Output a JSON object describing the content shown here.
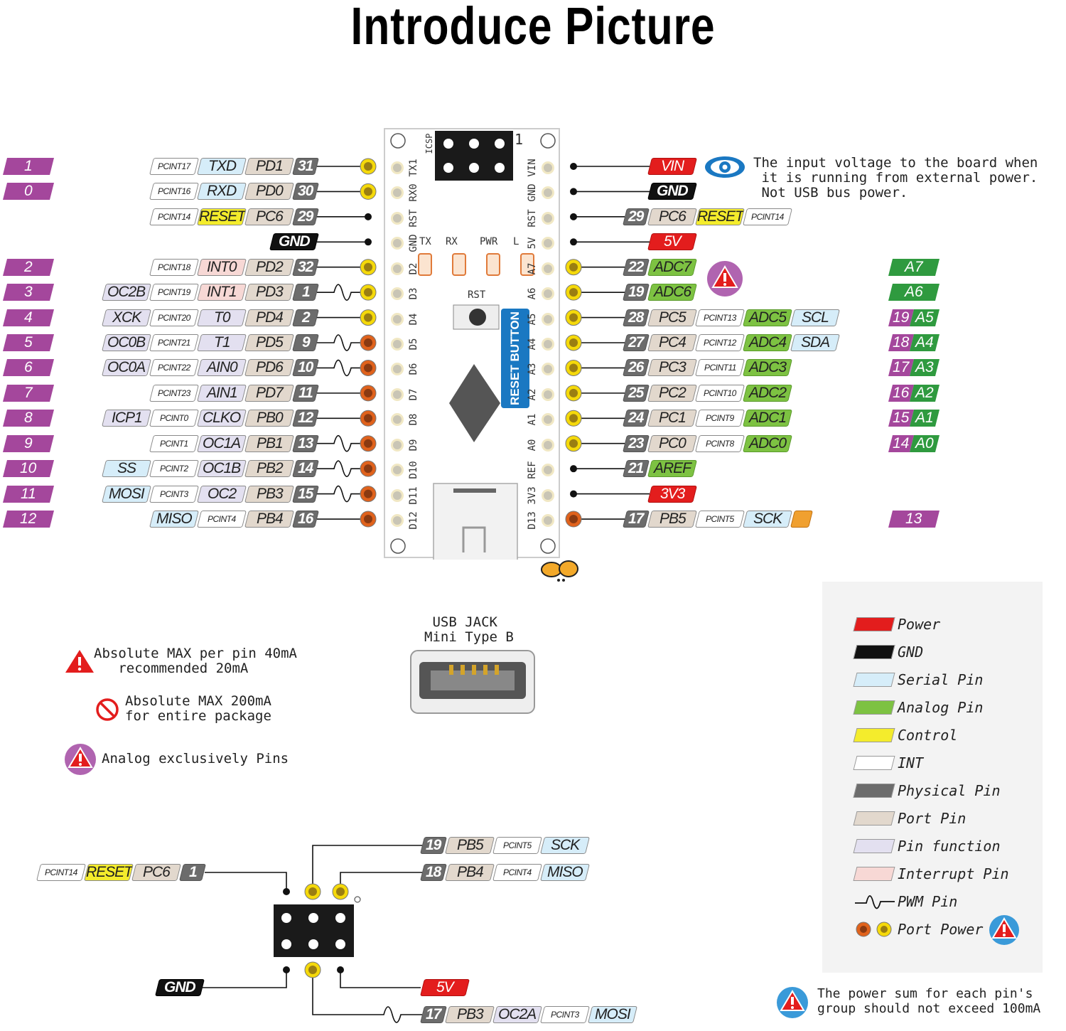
{
  "title": "Introduce Picture",
  "colors": {
    "power": "#e31d1d",
    "gnd": "#111111",
    "serial": "#d6edf9",
    "analog": "#7dc242",
    "control": "#f4ec2c",
    "int": "#ffffff",
    "physical": "#6c6c6c",
    "port": "#e2d8cd",
    "function": "#e3e0f0",
    "interrupt": "#f7d8d5",
    "arduino": "#a4479c"
  },
  "left_rows": [
    {
      "arduino": "1",
      "pad": "yellow",
      "pwm": false,
      "labels": [
        {
          "t": "31",
          "k": "phys"
        },
        {
          "t": "PD1",
          "k": "port"
        },
        {
          "t": "TXD",
          "k": "serial"
        },
        {
          "t": "PCINT17",
          "k": "pcint"
        }
      ]
    },
    {
      "arduino": "0",
      "pad": "yellow",
      "pwm": false,
      "labels": [
        {
          "t": "30",
          "k": "phys"
        },
        {
          "t": "PD0",
          "k": "port"
        },
        {
          "t": "RXD",
          "k": "serial"
        },
        {
          "t": "PCINT16",
          "k": "pcint"
        }
      ]
    },
    {
      "arduino": "",
      "pad": "dot",
      "pwm": false,
      "labels": [
        {
          "t": "29",
          "k": "phys"
        },
        {
          "t": "PC6",
          "k": "port"
        },
        {
          "t": "RESET",
          "k": "ctrl"
        },
        {
          "t": "PCINT14",
          "k": "pcint"
        }
      ]
    },
    {
      "arduino": "",
      "pad": "dot",
      "pwm": false,
      "labels": [
        {
          "t": "GND",
          "k": "gnd"
        }
      ]
    },
    {
      "arduino": "2",
      "pad": "yellow",
      "pwm": false,
      "labels": [
        {
          "t": "32",
          "k": "phys"
        },
        {
          "t": "PD2",
          "k": "port"
        },
        {
          "t": "INT0",
          "k": "int"
        },
        {
          "t": "PCINT18",
          "k": "pcint"
        }
      ]
    },
    {
      "arduino": "3",
      "pad": "yellow",
      "pwm": true,
      "labels": [
        {
          "t": "1",
          "k": "phys"
        },
        {
          "t": "PD3",
          "k": "port"
        },
        {
          "t": "INT1",
          "k": "int"
        },
        {
          "t": "PCINT19",
          "k": "pcint"
        },
        {
          "t": "OC2B",
          "k": "fn"
        }
      ]
    },
    {
      "arduino": "4",
      "pad": "yellow",
      "pwm": false,
      "labels": [
        {
          "t": "2",
          "k": "phys"
        },
        {
          "t": "PD4",
          "k": "port"
        },
        {
          "t": "T0",
          "k": "fn"
        },
        {
          "t": "PCINT20",
          "k": "pcint"
        },
        {
          "t": "XCK",
          "k": "fn"
        }
      ]
    },
    {
      "arduino": "5",
      "pad": "orange",
      "pwm": true,
      "labels": [
        {
          "t": "9",
          "k": "phys"
        },
        {
          "t": "PD5",
          "k": "port"
        },
        {
          "t": "T1",
          "k": "fn"
        },
        {
          "t": "PCINT21",
          "k": "pcint"
        },
        {
          "t": "OC0B",
          "k": "fn"
        }
      ]
    },
    {
      "arduino": "6",
      "pad": "orange",
      "pwm": true,
      "labels": [
        {
          "t": "10",
          "k": "phys"
        },
        {
          "t": "PD6",
          "k": "port"
        },
        {
          "t": "AIN0",
          "k": "fn"
        },
        {
          "t": "PCINT22",
          "k": "pcint"
        },
        {
          "t": "OC0A",
          "k": "fn"
        }
      ]
    },
    {
      "arduino": "7",
      "pad": "orange",
      "pwm": false,
      "labels": [
        {
          "t": "11",
          "k": "phys"
        },
        {
          "t": "PD7",
          "k": "port"
        },
        {
          "t": "AIN1",
          "k": "fn"
        },
        {
          "t": "PCINT23",
          "k": "pcint"
        }
      ]
    },
    {
      "arduino": "8",
      "pad": "orange",
      "pwm": false,
      "labels": [
        {
          "t": "12",
          "k": "phys"
        },
        {
          "t": "PB0",
          "k": "port"
        },
        {
          "t": "CLKO",
          "k": "fn"
        },
        {
          "t": "PCINT0",
          "k": "pcint"
        },
        {
          "t": "ICP1",
          "k": "fn"
        }
      ]
    },
    {
      "arduino": "9",
      "pad": "orange",
      "pwm": true,
      "labels": [
        {
          "t": "13",
          "k": "phys"
        },
        {
          "t": "PB1",
          "k": "port"
        },
        {
          "t": "OC1A",
          "k": "fn"
        },
        {
          "t": "PCINT1",
          "k": "pcint"
        }
      ]
    },
    {
      "arduino": "10",
      "pad": "orange",
      "pwm": true,
      "labels": [
        {
          "t": "14",
          "k": "phys"
        },
        {
          "t": "PB2",
          "k": "port"
        },
        {
          "t": "OC1B",
          "k": "fn"
        },
        {
          "t": "PCINT2",
          "k": "pcint"
        },
        {
          "t": "SS",
          "k": "serial"
        }
      ]
    },
    {
      "arduino": "11",
      "pad": "orange",
      "pwm": true,
      "labels": [
        {
          "t": "15",
          "k": "phys"
        },
        {
          "t": "PB3",
          "k": "port"
        },
        {
          "t": "OC2",
          "k": "fn"
        },
        {
          "t": "PCINT3",
          "k": "pcint"
        },
        {
          "t": "MOSI",
          "k": "serial"
        }
      ]
    },
    {
      "arduino": "12",
      "pad": "orange",
      "pwm": false,
      "labels": [
        {
          "t": "16",
          "k": "phys"
        },
        {
          "t": "PB4",
          "k": "port"
        },
        {
          "t": "PCINT4",
          "k": "pcint"
        },
        {
          "t": "MISO",
          "k": "serial"
        }
      ]
    }
  ],
  "right_rows": [
    {
      "pad": "dot",
      "labels": [
        {
          "t": "VIN",
          "k": "power"
        }
      ]
    },
    {
      "pad": "dot",
      "labels": [
        {
          "t": "GND",
          "k": "gnd"
        }
      ]
    },
    {
      "pad": "dot",
      "labels": [
        {
          "t": "29",
          "k": "phys"
        },
        {
          "t": "PC6",
          "k": "port"
        },
        {
          "t": "RESET",
          "k": "ctrl"
        },
        {
          "t": "PCINT14",
          "k": "pcint"
        }
      ]
    },
    {
      "pad": "dot",
      "labels": [
        {
          "t": "5V",
          "k": "power"
        }
      ]
    },
    {
      "pad": "yellow",
      "arduino": {
        "name": "A7"
      },
      "labels": [
        {
          "t": "22",
          "k": "phys"
        },
        {
          "t": "ADC7",
          "k": "analog"
        }
      ]
    },
    {
      "pad": "yellow",
      "arduino": {
        "name": "A6"
      },
      "labels": [
        {
          "t": "19",
          "k": "phys"
        },
        {
          "t": "ADC6",
          "k": "analog"
        }
      ]
    },
    {
      "pad": "yellow",
      "arduino": {
        "num": "19",
        "name": "A5"
      },
      "labels": [
        {
          "t": "28",
          "k": "phys"
        },
        {
          "t": "PC5",
          "k": "port"
        },
        {
          "t": "PCINT13",
          "k": "pcint"
        },
        {
          "t": "ADC5",
          "k": "analog"
        },
        {
          "t": "SCL",
          "k": "serial"
        }
      ]
    },
    {
      "pad": "yellow",
      "arduino": {
        "num": "18",
        "name": "A4"
      },
      "labels": [
        {
          "t": "27",
          "k": "phys"
        },
        {
          "t": "PC4",
          "k": "port"
        },
        {
          "t": "PCINT12",
          "k": "pcint"
        },
        {
          "t": "ADC4",
          "k": "analog"
        },
        {
          "t": "SDA",
          "k": "serial"
        }
      ]
    },
    {
      "pad": "yellow",
      "arduino": {
        "num": "17",
        "name": "A3"
      },
      "labels": [
        {
          "t": "26",
          "k": "phys"
        },
        {
          "t": "PC3",
          "k": "port"
        },
        {
          "t": "PCINT11",
          "k": "pcint"
        },
        {
          "t": "ADC3",
          "k": "analog"
        }
      ]
    },
    {
      "pad": "yellow",
      "arduino": {
        "num": "16",
        "name": "A2"
      },
      "labels": [
        {
          "t": "25",
          "k": "phys"
        },
        {
          "t": "PC2",
          "k": "port"
        },
        {
          "t": "PCINT10",
          "k": "pcint"
        },
        {
          "t": "ADC2",
          "k": "analog"
        }
      ]
    },
    {
      "pad": "yellow",
      "arduino": {
        "num": "15",
        "name": "A1"
      },
      "labels": [
        {
          "t": "24",
          "k": "phys"
        },
        {
          "t": "PC1",
          "k": "port"
        },
        {
          "t": "PCINT9",
          "k": "pcint"
        },
        {
          "t": "ADC1",
          "k": "analog"
        }
      ]
    },
    {
      "pad": "yellow",
      "arduino": {
        "num": "14",
        "name": "A0"
      },
      "labels": [
        {
          "t": "23",
          "k": "phys"
        },
        {
          "t": "PC0",
          "k": "port"
        },
        {
          "t": "PCINT8",
          "k": "pcint"
        },
        {
          "t": "ADC0",
          "k": "analog"
        }
      ]
    },
    {
      "pad": "dot",
      "labels": [
        {
          "t": "21",
          "k": "phys"
        },
        {
          "t": "AREF",
          "k": "analog"
        }
      ]
    },
    {
      "pad": "dot",
      "labels": [
        {
          "t": "3V3",
          "k": "power"
        }
      ]
    },
    {
      "pad": "orange",
      "arduino": {
        "purple": "13"
      },
      "labels": [
        {
          "t": "17",
          "k": "phys"
        },
        {
          "t": "PB5",
          "k": "port"
        },
        {
          "t": "PCINT5",
          "k": "pcint"
        },
        {
          "t": "SCK",
          "k": "serial"
        },
        {
          "t": "",
          "k": "led"
        }
      ]
    }
  ],
  "board": {
    "left_pins": [
      "TX1",
      "RX0",
      "RST",
      "GND",
      "D2",
      "D3",
      "D4",
      "D5",
      "D6",
      "D7",
      "D8",
      "D9",
      "D10",
      "D11",
      "D12"
    ],
    "right_pins": [
      "VIN",
      "GND",
      "RST",
      "5V",
      "A7",
      "A6",
      "A5",
      "A4",
      "A3",
      "A2",
      "A1",
      "A0",
      "REF",
      "3V3",
      "D13"
    ],
    "leds": [
      "TX",
      "RX",
      "PWR",
      "L"
    ],
    "rst": "RST",
    "icsp": "ICSP",
    "icsp_pin1": "1",
    "reset_button": "RESET BUTTON"
  },
  "vin_note": "The input voltage to the board when\n it is running from external power.\n Not USB bus power.",
  "notes": {
    "max_pin": "Absolute MAX per pin 40mA\n   recommended 20mA",
    "max_package": "Absolute MAX 200mA\nfor entire package",
    "analog_only": "Analog exclusively Pins",
    "usb_jack": " USB JACK\nMini Type B",
    "power_sum": "The power sum for each pin's\ngroup should not exceed 100mA"
  },
  "icsp": {
    "reset": [
      {
        "t": "1",
        "k": "phys"
      },
      {
        "t": "PC6",
        "k": "port"
      },
      {
        "t": "RESET",
        "k": "ctrl"
      },
      {
        "t": "PCINT14",
        "k": "pcint"
      }
    ],
    "sck": [
      {
        "t": "19",
        "k": "phys"
      },
      {
        "t": "PB5",
        "k": "port"
      },
      {
        "t": "PCINT5",
        "k": "pcint"
      },
      {
        "t": "SCK",
        "k": "serial"
      }
    ],
    "miso": [
      {
        "t": "18",
        "k": "phys"
      },
      {
        "t": "PB4",
        "k": "port"
      },
      {
        "t": "PCINT4",
        "k": "pcint"
      },
      {
        "t": "MISO",
        "k": "serial"
      }
    ],
    "gnd": [
      {
        "t": "GND",
        "k": "gnd"
      }
    ],
    "vcc": [
      {
        "t": "5V",
        "k": "power"
      }
    ],
    "mosi": [
      {
        "t": "17",
        "k": "phys"
      },
      {
        "t": "PB3",
        "k": "port"
      },
      {
        "t": "OC2A",
        "k": "fn"
      },
      {
        "t": "PCINT3",
        "k": "pcint"
      },
      {
        "t": "MOSI",
        "k": "serial"
      }
    ]
  },
  "legend": [
    {
      "label": "Power",
      "k": "power"
    },
    {
      "label": "GND",
      "k": "gnd"
    },
    {
      "label": "Serial Pin",
      "k": "serial"
    },
    {
      "label": "Analog Pin",
      "k": "analog"
    },
    {
      "label": "Control",
      "k": "ctrl"
    },
    {
      "label": "INT",
      "k": "pcint"
    },
    {
      "label": "Physical Pin",
      "k": "phys"
    },
    {
      "label": "Port Pin",
      "k": "port"
    },
    {
      "label": "Pin function",
      "k": "fn"
    },
    {
      "label": "Interrupt Pin",
      "k": "int"
    },
    {
      "label": "PWM Pin",
      "k": "pwm"
    },
    {
      "label": "Port Power",
      "k": "portpower"
    }
  ]
}
